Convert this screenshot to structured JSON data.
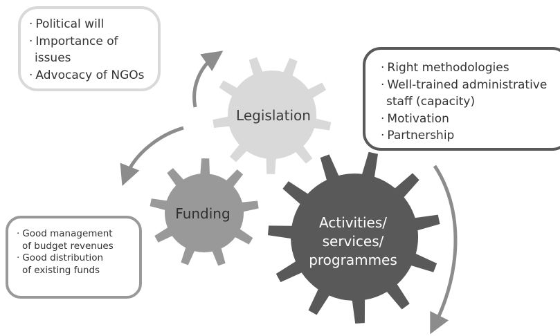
{
  "gears": {
    "legislation": {
      "label": "Legislation",
      "color": "#d9d9d9",
      "text_color": "#3a3a3a"
    },
    "funding": {
      "label": "Funding",
      "color": "#999999",
      "text_color": "#2f2f2f"
    },
    "activities": {
      "label_lines": [
        "Activities/",
        "services/",
        "programmes"
      ],
      "color": "#595959",
      "text_color": "#ffffff"
    }
  },
  "boxes": {
    "legislation": {
      "border_color": "#d9d9d9",
      "items": [
        {
          "lines": [
            "Political will"
          ]
        },
        {
          "lines": [
            "Importance of",
            "issues"
          ]
        },
        {
          "lines": [
            "Advocacy of NGOs"
          ]
        }
      ]
    },
    "activities": {
      "border_color": "#595959",
      "items": [
        {
          "lines": [
            "Right methodologies"
          ]
        },
        {
          "lines": [
            "Well-trained administrative",
            "staff (capacity)"
          ]
        },
        {
          "lines": [
            "Motivation"
          ]
        },
        {
          "lines": [
            "Partnership"
          ]
        }
      ]
    },
    "funding": {
      "border_color": "#999999",
      "items": [
        {
          "lines": [
            "Good management",
            "of budget revenues"
          ]
        },
        {
          "lines": [
            "Good distribution",
            "of existing funds"
          ]
        }
      ]
    }
  },
  "arrows": {
    "color": "#8c8c8c"
  },
  "bullet": "·"
}
